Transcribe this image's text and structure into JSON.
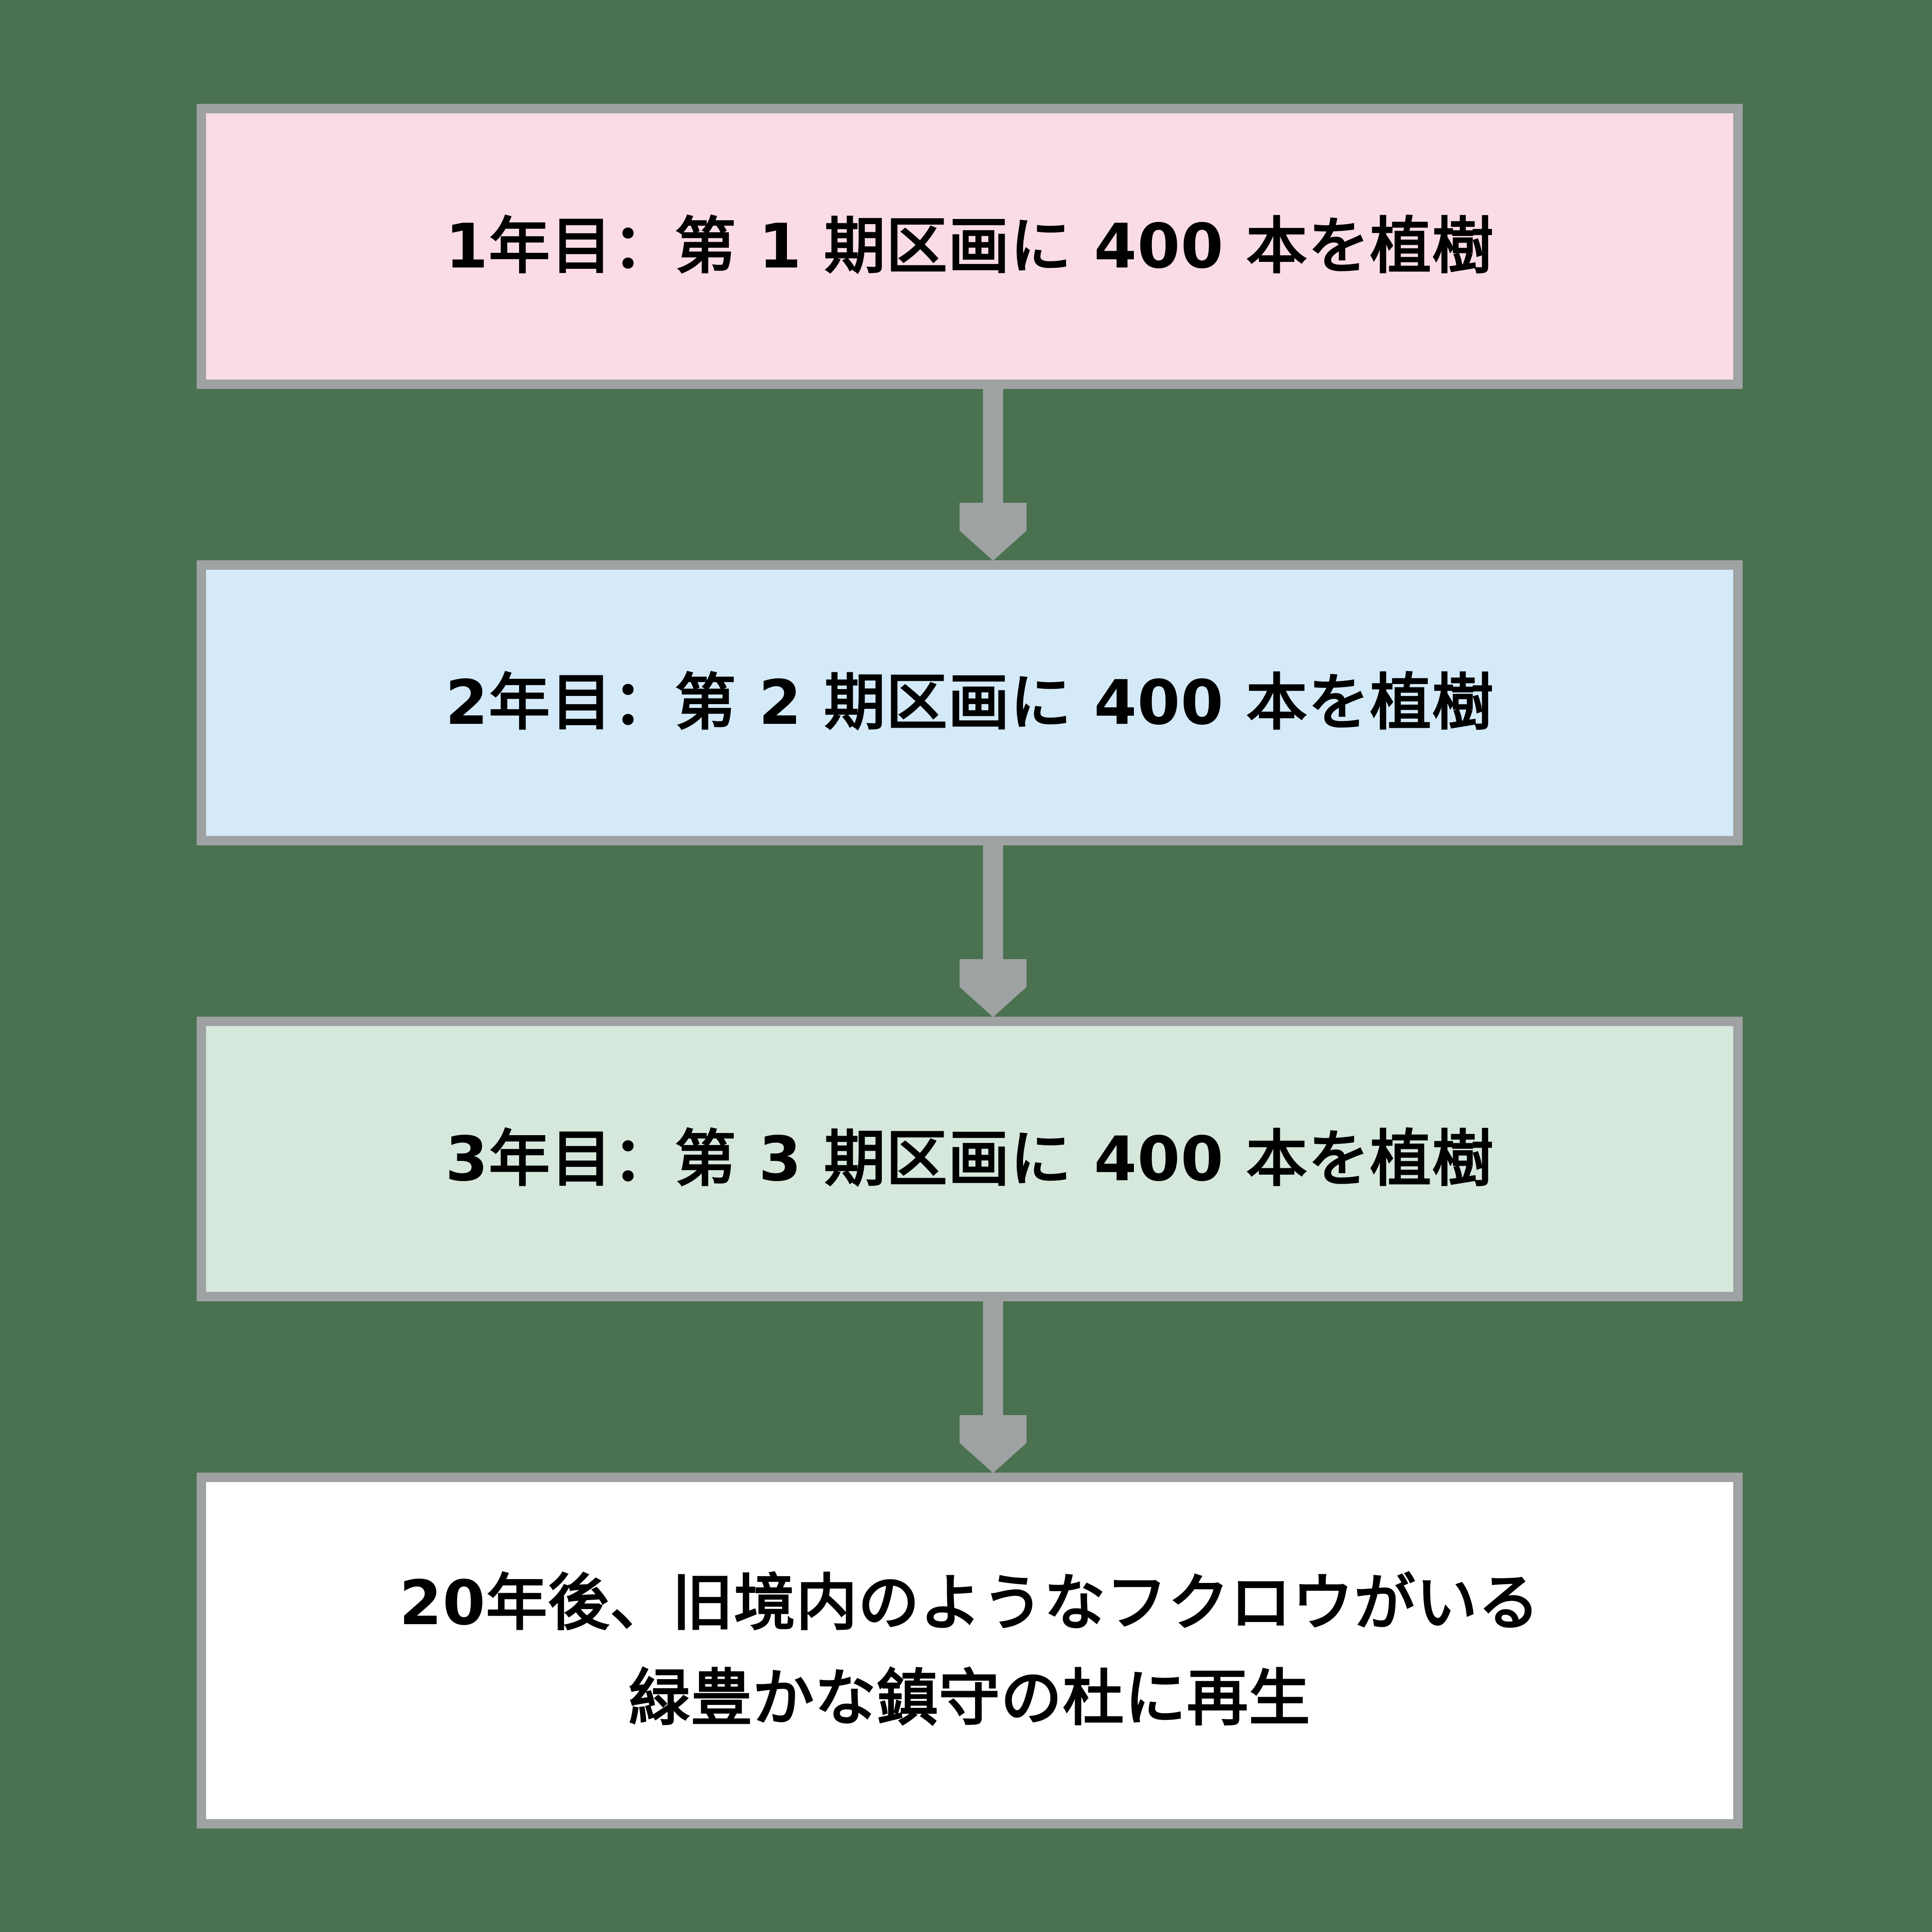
{
  "diagram": {
    "title_visible": false,
    "background_color": "#4a7150",
    "border_color": "#9fa2a2",
    "text_color": "#000000",
    "arrow_color": "#9fa2a2",
    "orientation": "vertical top-to-bottom",
    "nodes": [
      {
        "id": "year-1",
        "label": "1年目：第 1 期区画に 400 本を植樹",
        "fill": "#f9dce7",
        "lines": 1
      },
      {
        "id": "year-2",
        "label": "2年目：第 2 期区画に 400 本を植樹",
        "fill": "#d4eaf8",
        "lines": 1
      },
      {
        "id": "year-3",
        "label": "3年目：第 3 期区画に 400 本を植樹",
        "fill": "#d6e8dc",
        "lines": 1
      },
      {
        "id": "outcome",
        "label": "20年後、旧境内のようなフクロウがいる\n緑豊かな鎮守の杜に再生",
        "fill": "#ffffff",
        "lines": 2
      }
    ],
    "connectors": [
      {
        "id": "arrow-1-to-2",
        "from": "year-1",
        "to": "year-2",
        "glyph": "down-arrow-icon"
      },
      {
        "id": "arrow-2-to-3",
        "from": "year-2",
        "to": "year-3",
        "glyph": "down-arrow-icon"
      },
      {
        "id": "arrow-3-to-4",
        "from": "year-3",
        "to": "outcome",
        "glyph": "down-arrow-icon"
      }
    ]
  }
}
